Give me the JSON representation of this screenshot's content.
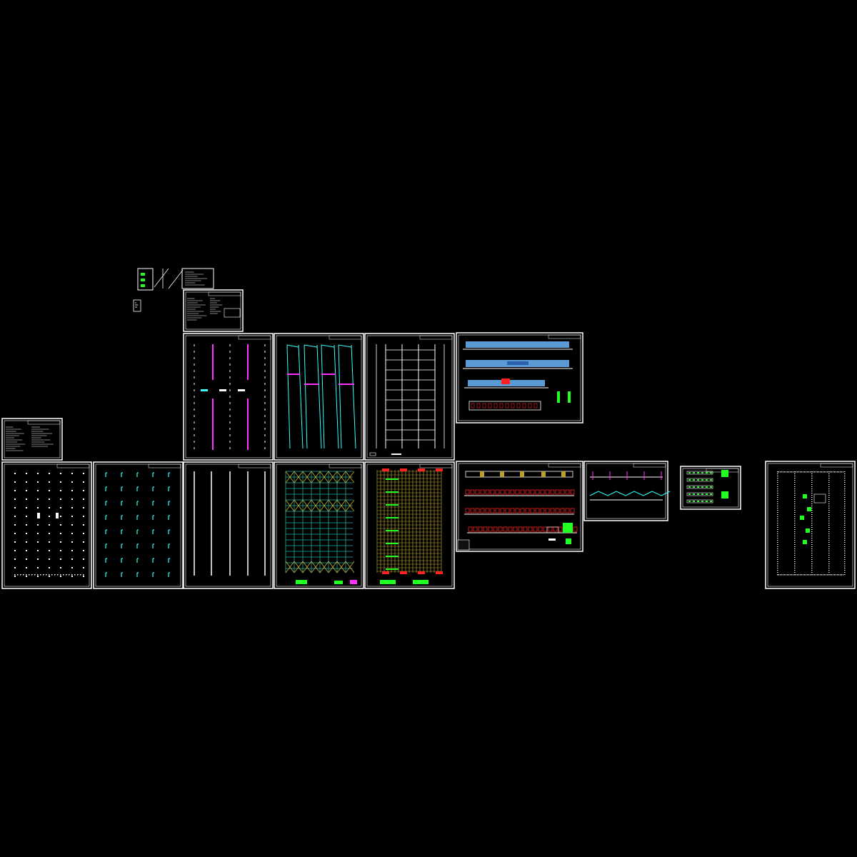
{
  "canvas": {
    "background": "#000000"
  },
  "colors": {
    "frame": "#ffffff",
    "magenta": "#ff33ff",
    "cyan": "#33ffff",
    "green": "#22ff22",
    "red": "#ff2222",
    "yellow": "#ffff33",
    "blue": "#5b9bd5",
    "olive": "#b8a030",
    "teal": "#20b0a0",
    "grey": "#aaaaaa"
  },
  "sheets": [
    {
      "id": "mini-legend",
      "kind": "small-legend"
    },
    {
      "id": "mini-title-block",
      "kind": "note-block"
    },
    {
      "id": "general-notes-top",
      "kind": "notes-sheet"
    },
    {
      "id": "general-notes-left",
      "kind": "notes-sheet"
    },
    {
      "id": "column-plan-magenta",
      "kind": "column-plan"
    },
    {
      "id": "roof-purlin-plan",
      "kind": "slanted-frame-plan"
    },
    {
      "id": "bracing-grid-plan",
      "kind": "grid-plan"
    },
    {
      "id": "building-elevations",
      "kind": "elevations"
    },
    {
      "id": "anchor-bolt-plan",
      "kind": "dot-plan"
    },
    {
      "id": "foundation-plan-cyan",
      "kind": "bracket-plan"
    },
    {
      "id": "column-line-plan",
      "kind": "line-plan"
    },
    {
      "id": "roof-bracing-plan",
      "kind": "x-bracing-grid"
    },
    {
      "id": "wall-purlin-plan",
      "kind": "dense-grid"
    },
    {
      "id": "frame-elevations",
      "kind": "frame-elevations"
    },
    {
      "id": "portal-frame-section",
      "kind": "frame-section"
    },
    {
      "id": "detail-sheet-green",
      "kind": "detail-sheet"
    },
    {
      "id": "foundation-layout-right",
      "kind": "foundation-layout"
    }
  ]
}
